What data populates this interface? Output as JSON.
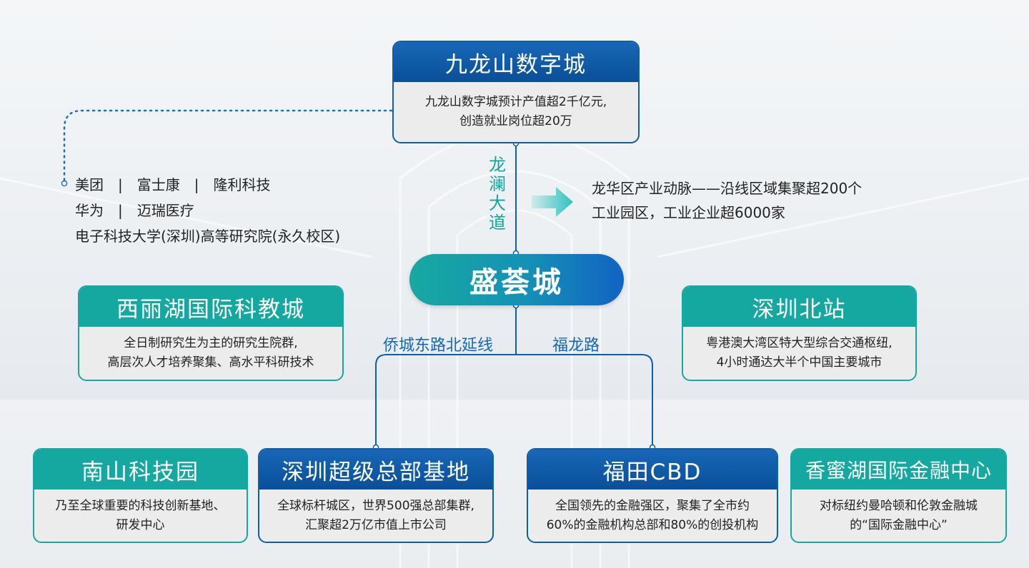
{
  "top_box": {
    "title": "九龙山数字城",
    "lines": [
      "九龙山数字城预计产值超2千亿元,",
      "创造就业岗位超20万"
    ]
  },
  "left_list": {
    "lines": [
      "美团　|　富士康　|　隆利科技",
      "华为　|　迈瑞医疗",
      "电子科技大学(深圳)高等研究院(永久校区)"
    ]
  },
  "road_vertical": {
    "chars": [
      "龙",
      "澜",
      "大",
      "道"
    ]
  },
  "right_note": {
    "lines": [
      "龙华区产业动脉——沿线区域集聚超200个",
      "工业园区，工业企业超6000家"
    ]
  },
  "center": {
    "title": "盛荟城"
  },
  "xilihu": {
    "title": "西丽湖国际科教城",
    "lines": [
      "全日制研究生为主的研究生院群,",
      "高层次人才培养聚集、高水平科研技术"
    ]
  },
  "shenzhen_north": {
    "title": "深圳北站",
    "lines": [
      "粤港澳大湾区特大型综合交通枢纽,",
      "4小时通达大半个中国主要城市"
    ]
  },
  "roads": {
    "left": "侨城东路北延线",
    "right": "福龙路"
  },
  "nanshan": {
    "title": "南山科技园",
    "lines": [
      "乃至全球重要的科技创新基地、",
      "研发中心"
    ]
  },
  "hq_base": {
    "title": "深圳超级总部基地",
    "lines": [
      "全球标杆城区，世界500强总部集群,",
      "汇聚超2万亿市值上市公司"
    ]
  },
  "futian": {
    "title": "福田CBD",
    "lines": [
      "全国领先的金融强区，聚集了全市约",
      "60%的金融机构总部和80%的创投机构"
    ]
  },
  "xiangmihu": {
    "title": "香蜜湖国际金融中心",
    "lines": [
      "对标纽约曼哈顿和伦敦金融城",
      "的“国际金融中心”"
    ]
  },
  "colors": {
    "teal": "#14a8a0",
    "blue": "#0f5ea8",
    "road_blue": "#1568b5",
    "arrow": "#2cc2c0"
  }
}
